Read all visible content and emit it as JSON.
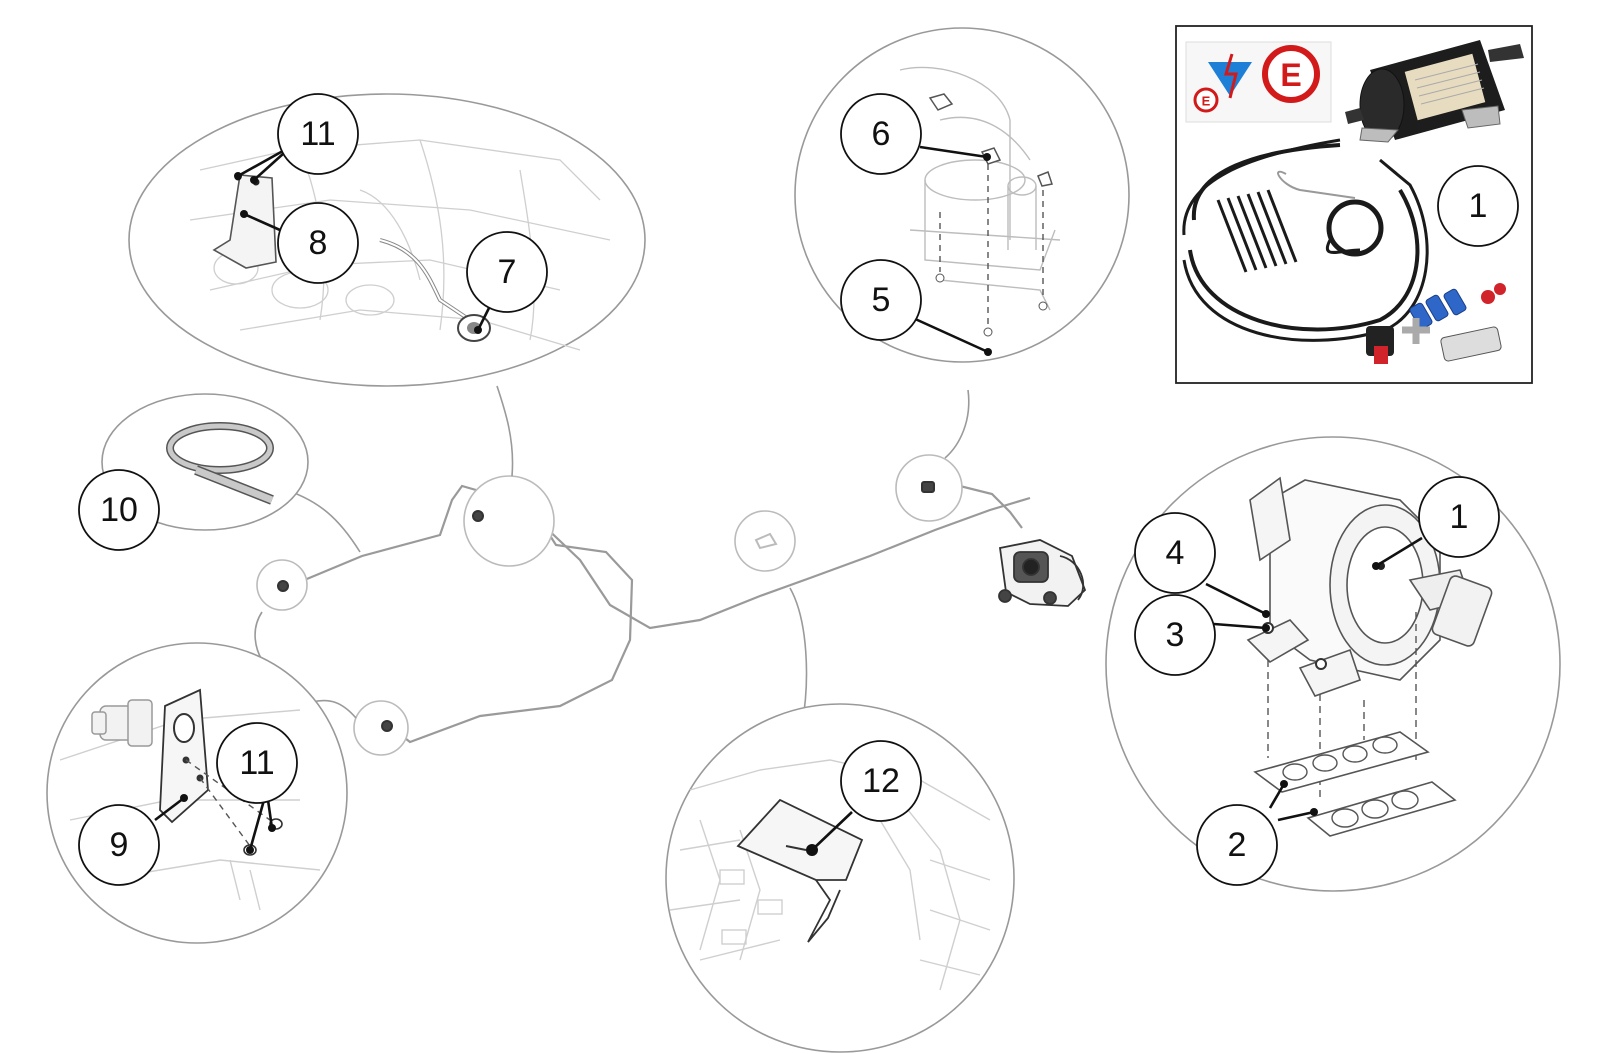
{
  "diagram": {
    "callouts": [
      {
        "id": "c1-kit",
        "label": "1"
      },
      {
        "id": "c1-bottle",
        "label": "1"
      },
      {
        "id": "c2",
        "label": "2"
      },
      {
        "id": "c3",
        "label": "3"
      },
      {
        "id": "c4",
        "label": "4"
      },
      {
        "id": "c5",
        "label": "5"
      },
      {
        "id": "c6",
        "label": "6"
      },
      {
        "id": "c7",
        "label": "7"
      },
      {
        "id": "c8",
        "label": "8"
      },
      {
        "id": "c9",
        "label": "9"
      },
      {
        "id": "c10",
        "label": "10"
      },
      {
        "id": "c11-top",
        "label": "11"
      },
      {
        "id": "c11-bottom",
        "label": "11"
      },
      {
        "id": "c12",
        "label": "12"
      }
    ],
    "kit": {
      "sticker_letter_large": "E",
      "sticker_letter_small": "E"
    },
    "colors": {
      "line": "#9a9a9a",
      "ink": "#111111",
      "sticker_red": "#d21a1a",
      "sticker_blue": "#1e7fd6",
      "fitting_blue": "#2f67c9",
      "fitting_red": "#d0232a"
    }
  }
}
